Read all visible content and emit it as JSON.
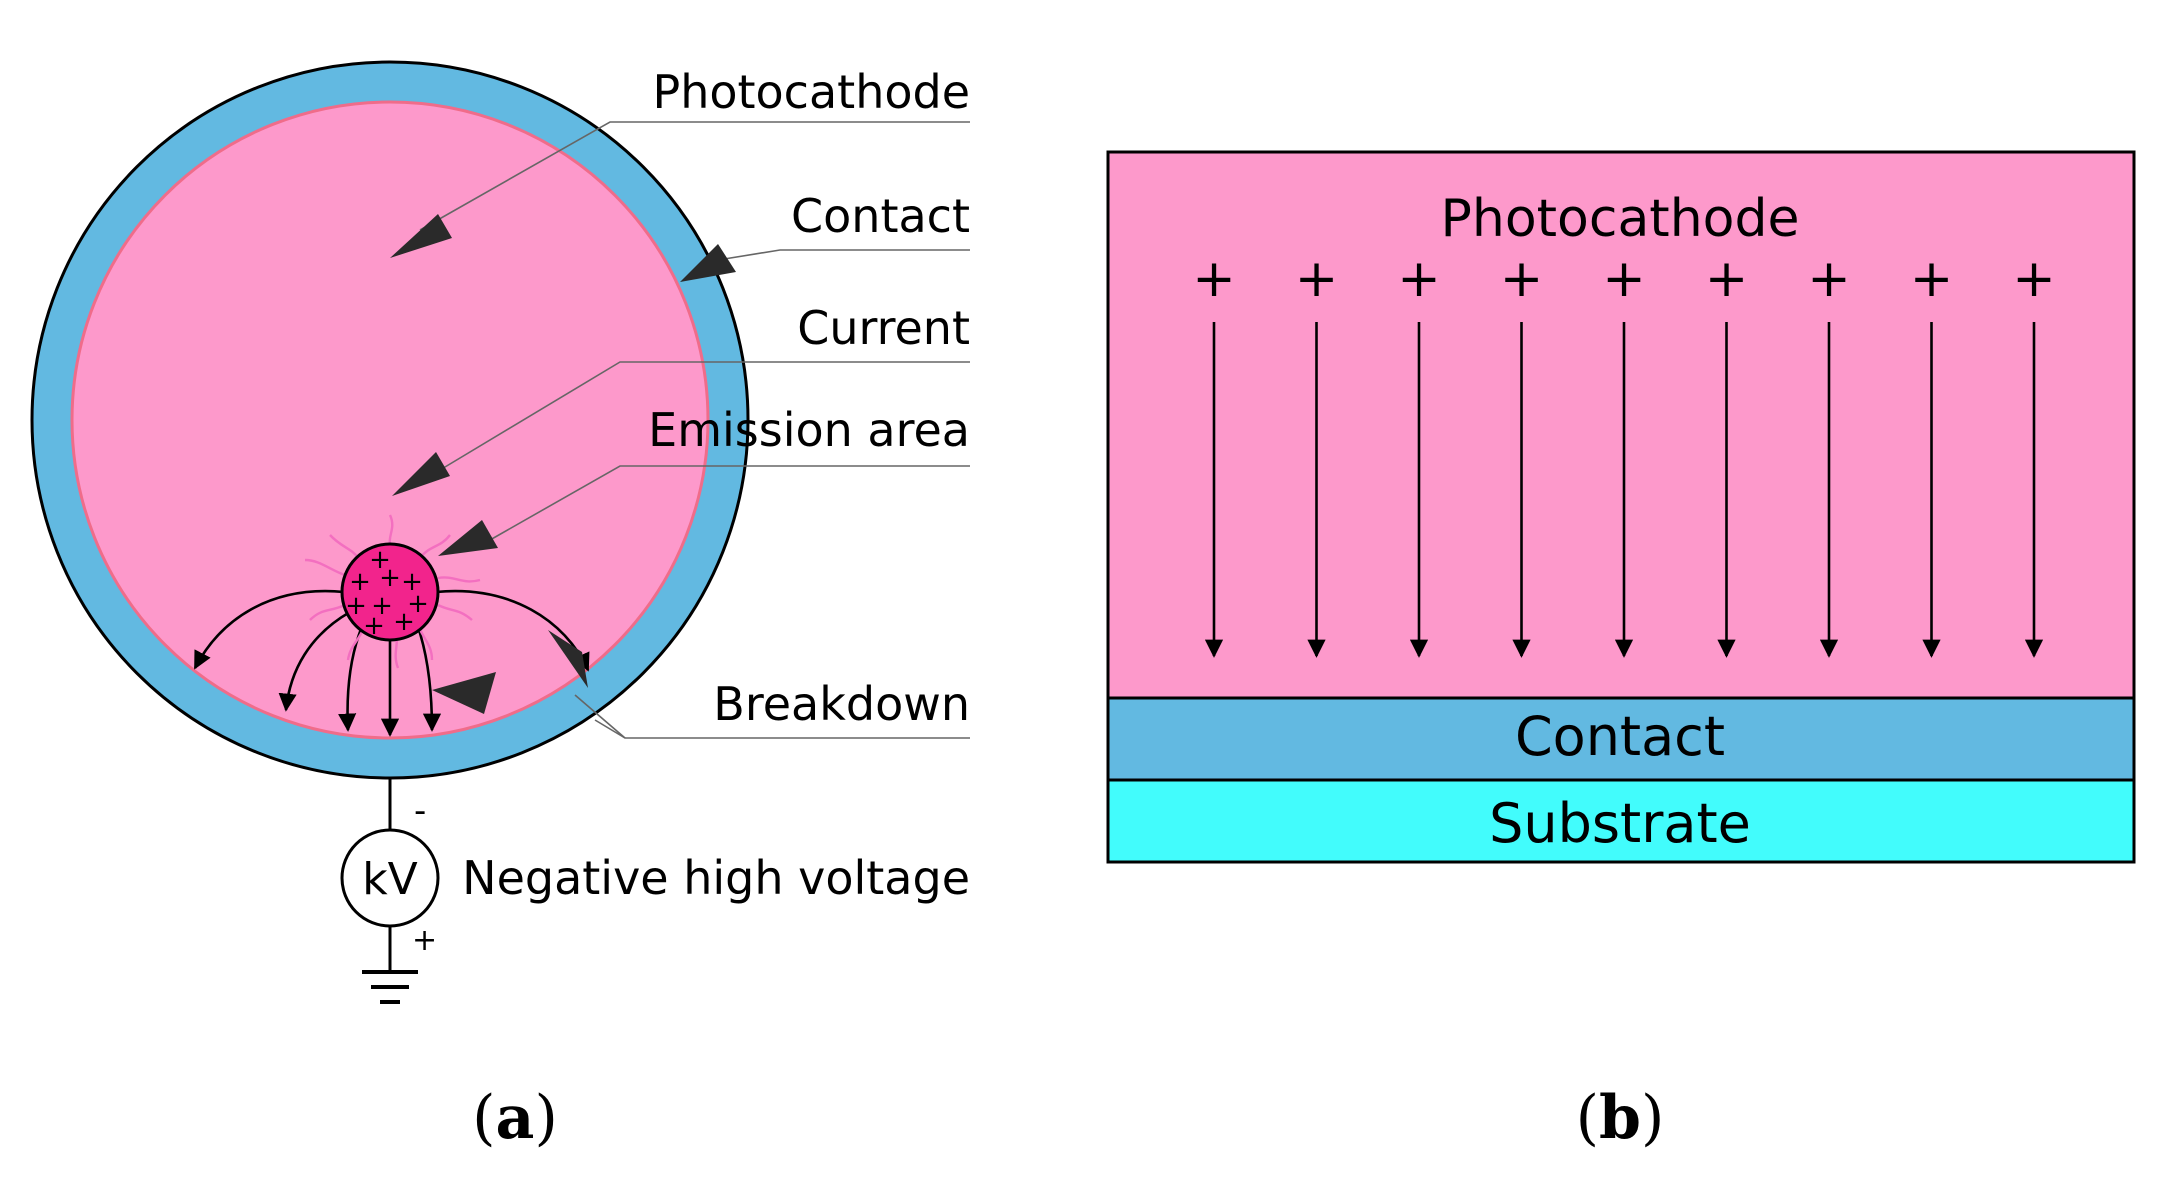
{
  "panel_a": {
    "labels": {
      "photocathode": "Photocathode",
      "contact": "Contact",
      "current": "Current",
      "emission_area": "Emission area",
      "breakdown": "Breakdown",
      "negative_high_voltage": "Negative high voltage"
    },
    "meter_label": "kV",
    "minus_sign": "-",
    "plus_sign": "+",
    "caption_open": "(",
    "caption_letter": "a",
    "caption_close": ")"
  },
  "panel_b": {
    "layers": {
      "photocathode": "Photocathode",
      "contact": "Contact",
      "substrate": "Substrate"
    },
    "charge_symbol": "+",
    "caption_open": "(",
    "caption_letter": "b",
    "caption_close": ")"
  },
  "colors": {
    "photocathode": "#fd99cb",
    "contact": "#62b9e1",
    "substrate": "#42fcfc",
    "emission_area": "#f2248c",
    "pink_edge": "#f06c8a",
    "filament": "#f36fc0"
  }
}
